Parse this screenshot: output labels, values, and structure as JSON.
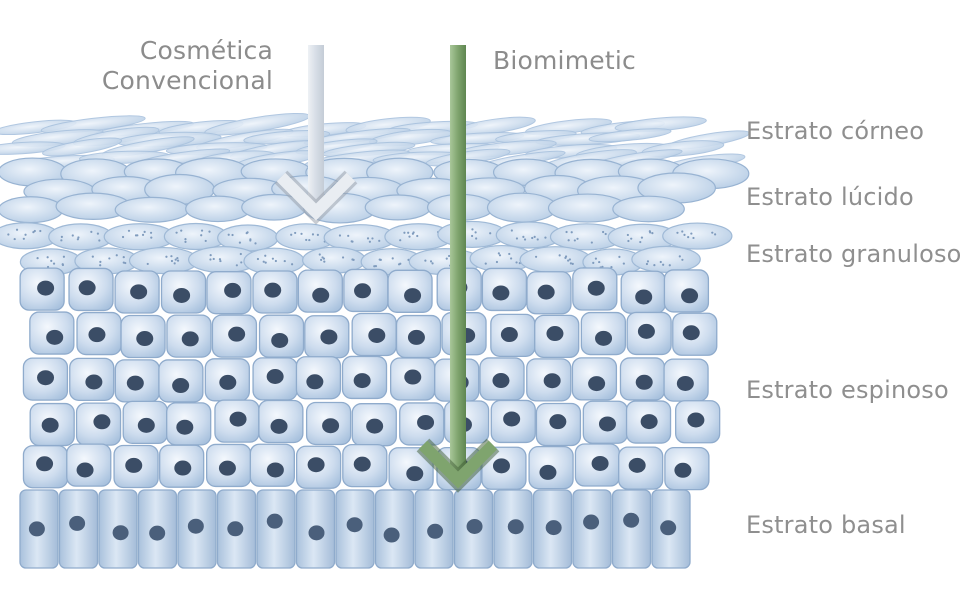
{
  "arrows": {
    "conventional": {
      "line1": "Cosmética",
      "line2": "Convencional",
      "color": "#d6dde6"
    },
    "biomimetic": {
      "label": "Biomimetic",
      "color": "#7fa46e"
    }
  },
  "layers": [
    {
      "key": "corneo",
      "label": "Estrato córneo"
    },
    {
      "key": "lucido",
      "label": "Estrato lúcido"
    },
    {
      "key": "granuloso",
      "label": "Estrato granuloso"
    },
    {
      "key": "espinoso",
      "label": "Estrato espinoso"
    },
    {
      "key": "basal",
      "label": "Estrato basal"
    }
  ],
  "colors": {
    "cell_light": "#eaf2fb",
    "cell_mid": "#bfd4ea",
    "cell_edge": "#9fb9d6",
    "nucleus": "#3b4d66",
    "label_text": "#8f8f8f"
  }
}
